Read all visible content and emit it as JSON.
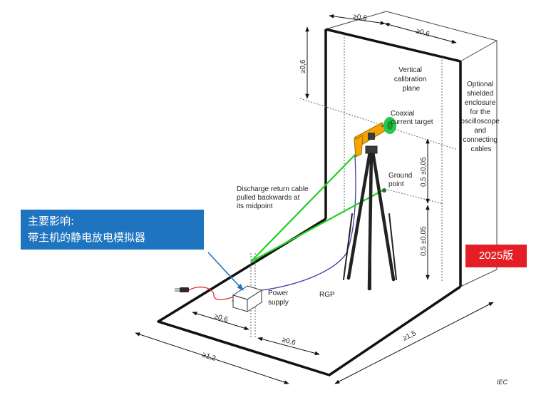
{
  "labels": {
    "vertical_plane": [
      "Vertical",
      "calibration",
      "plane"
    ],
    "coaxial_target": [
      "Coaxial",
      "current target"
    ],
    "ground_point": [
      "Ground",
      "point"
    ],
    "enclosure": [
      "Optional",
      "shielded",
      "enclosure",
      "for the",
      "oscilloscope",
      "and",
      "connecting",
      "cables"
    ],
    "discharge_cable": [
      "Discharge return cable",
      "pulled backwards at",
      "its midpoint"
    ],
    "power_supply": [
      "Power",
      "supply"
    ],
    "rgp": "RGP",
    "iec": "IEC"
  },
  "dimensions": {
    "top_left": "≥0,6",
    "top_right": "≥0,6",
    "left_vertical": "≥0,6",
    "upper_right_vertical": "0,5 ±0,05",
    "lower_right_vertical": "0,5 ±0,05",
    "floor_left_inner": "≥0,6",
    "floor_front_inner": "≥0,6",
    "floor_left_outer": "≥1,2",
    "floor_right_outer": "≥1,5"
  },
  "callout": {
    "line1": "主要影响:",
    "line2": "带主机的静电放电模拟器"
  },
  "badge": "2025版",
  "colors": {
    "callout_bg": "#1f74c0",
    "badge_bg": "#e31e24",
    "cable_green": "#22d022",
    "target_green": "#22c84a",
    "simulator_orange": "#f5a300"
  }
}
